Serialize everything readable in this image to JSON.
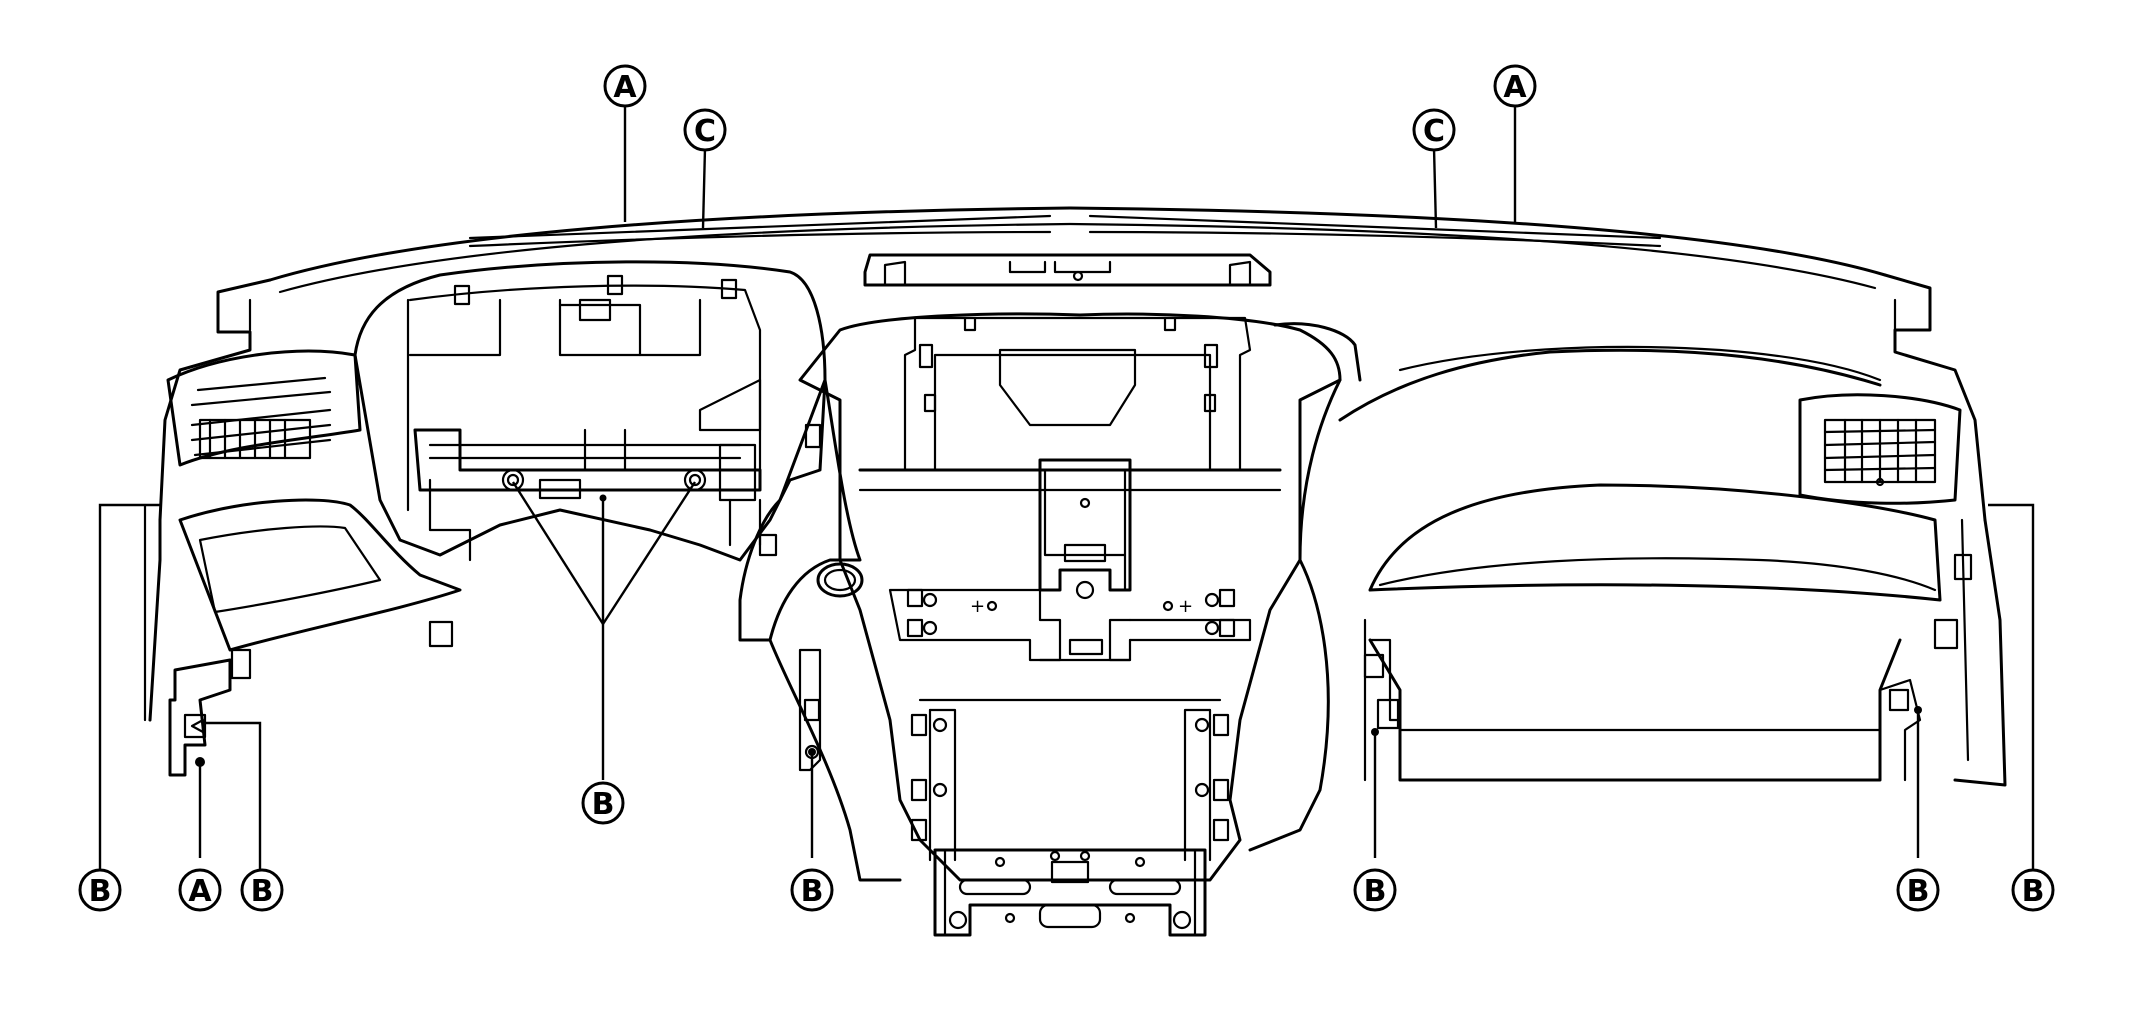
{
  "diagram": {
    "callouts": {
      "top_a_left": "A",
      "top_c_left": "C",
      "top_c_right": "C",
      "top_a_right": "A",
      "b_left_edge": "B",
      "a_bottom_left": "A",
      "b_bottom_left": "B",
      "b_center_cluster": "B",
      "b_center_left": "B",
      "b_glovebox_left": "B",
      "b_glovebox_right": "B",
      "b_right_edge": "B"
    }
  }
}
